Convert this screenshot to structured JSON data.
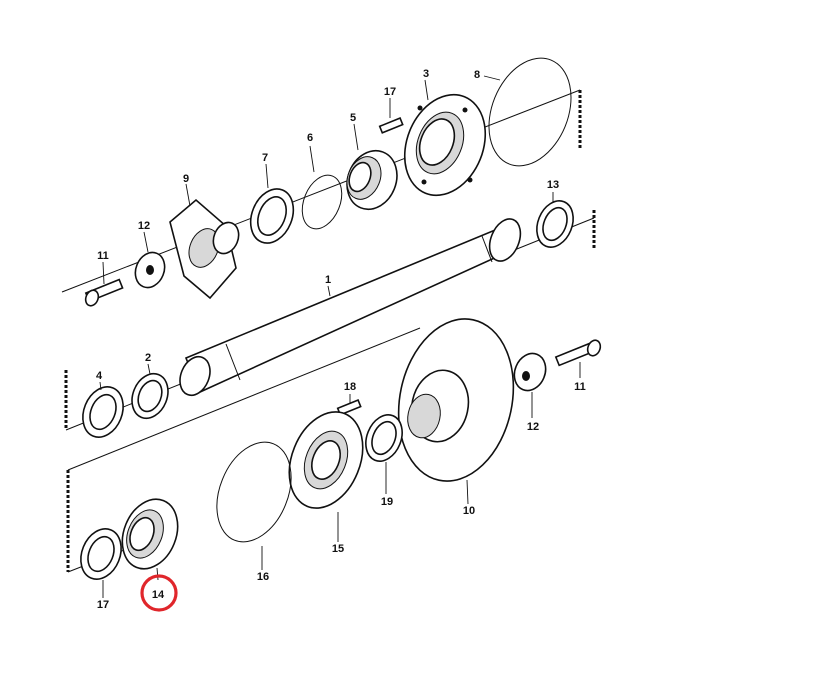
{
  "diagram": {
    "highlight_color": "#e0262b",
    "highlighted_part": "14",
    "parts": [
      {
        "id": "1",
        "label": "1"
      },
      {
        "id": "2",
        "label": "2"
      },
      {
        "id": "3",
        "label": "3"
      },
      {
        "id": "4",
        "label": "4"
      },
      {
        "id": "5",
        "label": "5"
      },
      {
        "id": "6",
        "label": "6"
      },
      {
        "id": "7",
        "label": "7"
      },
      {
        "id": "8",
        "label": "8"
      },
      {
        "id": "9",
        "label": "9"
      },
      {
        "id": "10",
        "label": "10"
      },
      {
        "id": "11a",
        "label": "11"
      },
      {
        "id": "11b",
        "label": "11"
      },
      {
        "id": "12a",
        "label": "12"
      },
      {
        "id": "12b",
        "label": "12"
      },
      {
        "id": "13",
        "label": "13"
      },
      {
        "id": "14",
        "label": "14"
      },
      {
        "id": "15",
        "label": "15"
      },
      {
        "id": "16",
        "label": "16"
      },
      {
        "id": "17a",
        "label": "17"
      },
      {
        "id": "17b",
        "label": "17"
      },
      {
        "id": "18",
        "label": "18"
      },
      {
        "id": "19",
        "label": "19"
      }
    ]
  }
}
